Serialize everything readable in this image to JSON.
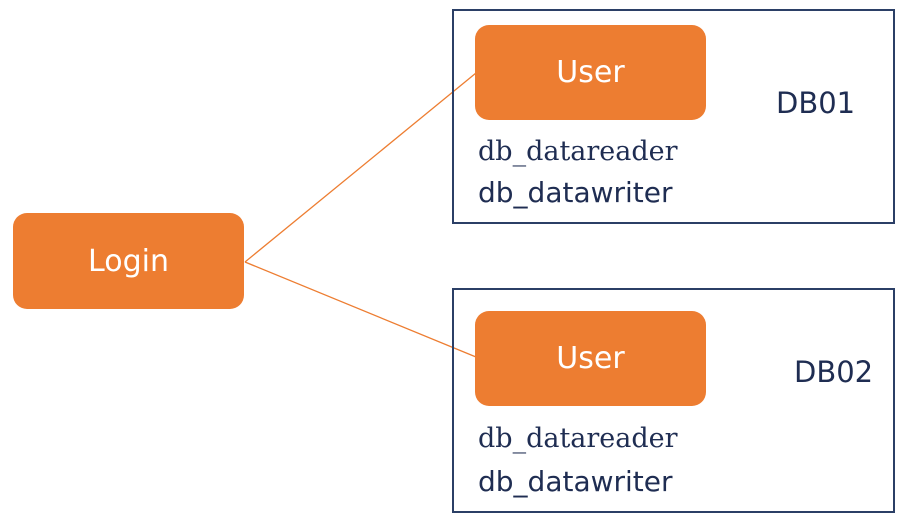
{
  "login": {
    "label": "Login"
  },
  "databases": [
    {
      "name": "DB01",
      "user_label": "User",
      "roles": [
        "db_datareader",
        "db_datawriter"
      ]
    },
    {
      "name": "DB02",
      "user_label": "User",
      "roles": [
        "db_datareader",
        "db_datawriter"
      ]
    }
  ],
  "colors": {
    "accent": "#ed7d31",
    "border": "#2b3f66",
    "text": "#1f2d52"
  }
}
